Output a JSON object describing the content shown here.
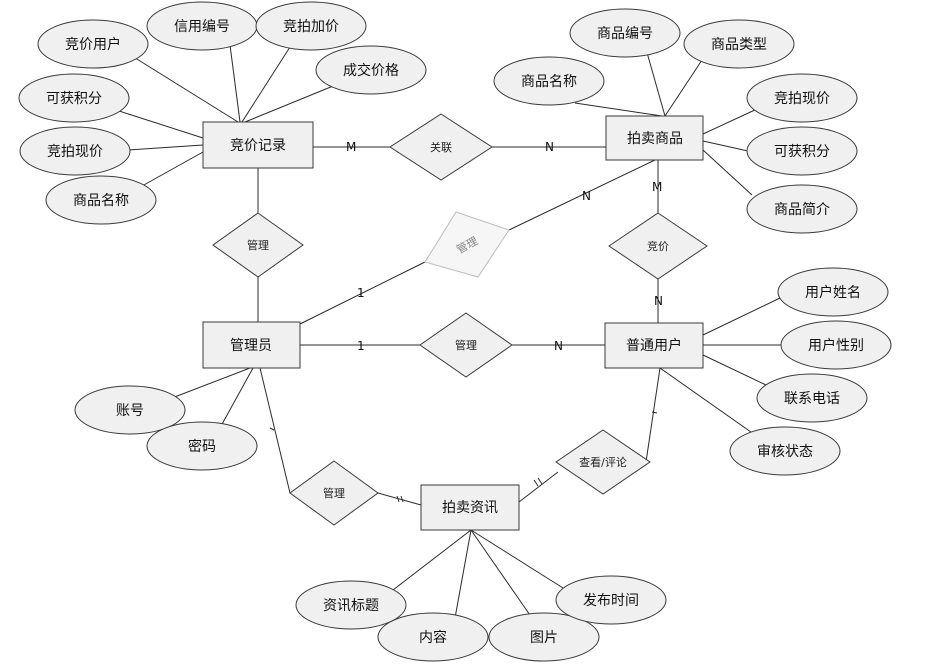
{
  "entities": {
    "bid_record": "竞价记录",
    "auction_item": "拍卖商品",
    "admin": "管理员",
    "user": "普通用户",
    "auction_news": "拍卖资讯"
  },
  "relationships": {
    "associate": "关联",
    "manage_record": "管理",
    "manage_item": "管理",
    "bid": "竞价",
    "manage_user": "管理",
    "view_comment": "查看/评论",
    "manage_news": "管理"
  },
  "attributes": {
    "bid_record": [
      "竞价用户",
      "信用编号",
      "竞拍加价",
      "成交价格",
      "可获积分",
      "竞拍现价",
      "商品名称"
    ],
    "auction_item": [
      "商品编号",
      "商品类型",
      "商品名称",
      "竞拍现价",
      "可获积分",
      "商品简介"
    ],
    "admin": [
      "账号",
      "密码"
    ],
    "user": [
      "用户姓名",
      "用户性别",
      "联系电话",
      "审核状态"
    ],
    "auction_news": [
      "资讯标题",
      "内容",
      "图片",
      "发布时间"
    ]
  },
  "cardinalities": {
    "associate_left": "M",
    "associate_right": "N",
    "manage_item_admin": "1",
    "manage_item_item": "N",
    "bid_item": "M",
    "bid_user": "N",
    "manage_user_admin": "1",
    "manage_user_user": "N"
  }
}
